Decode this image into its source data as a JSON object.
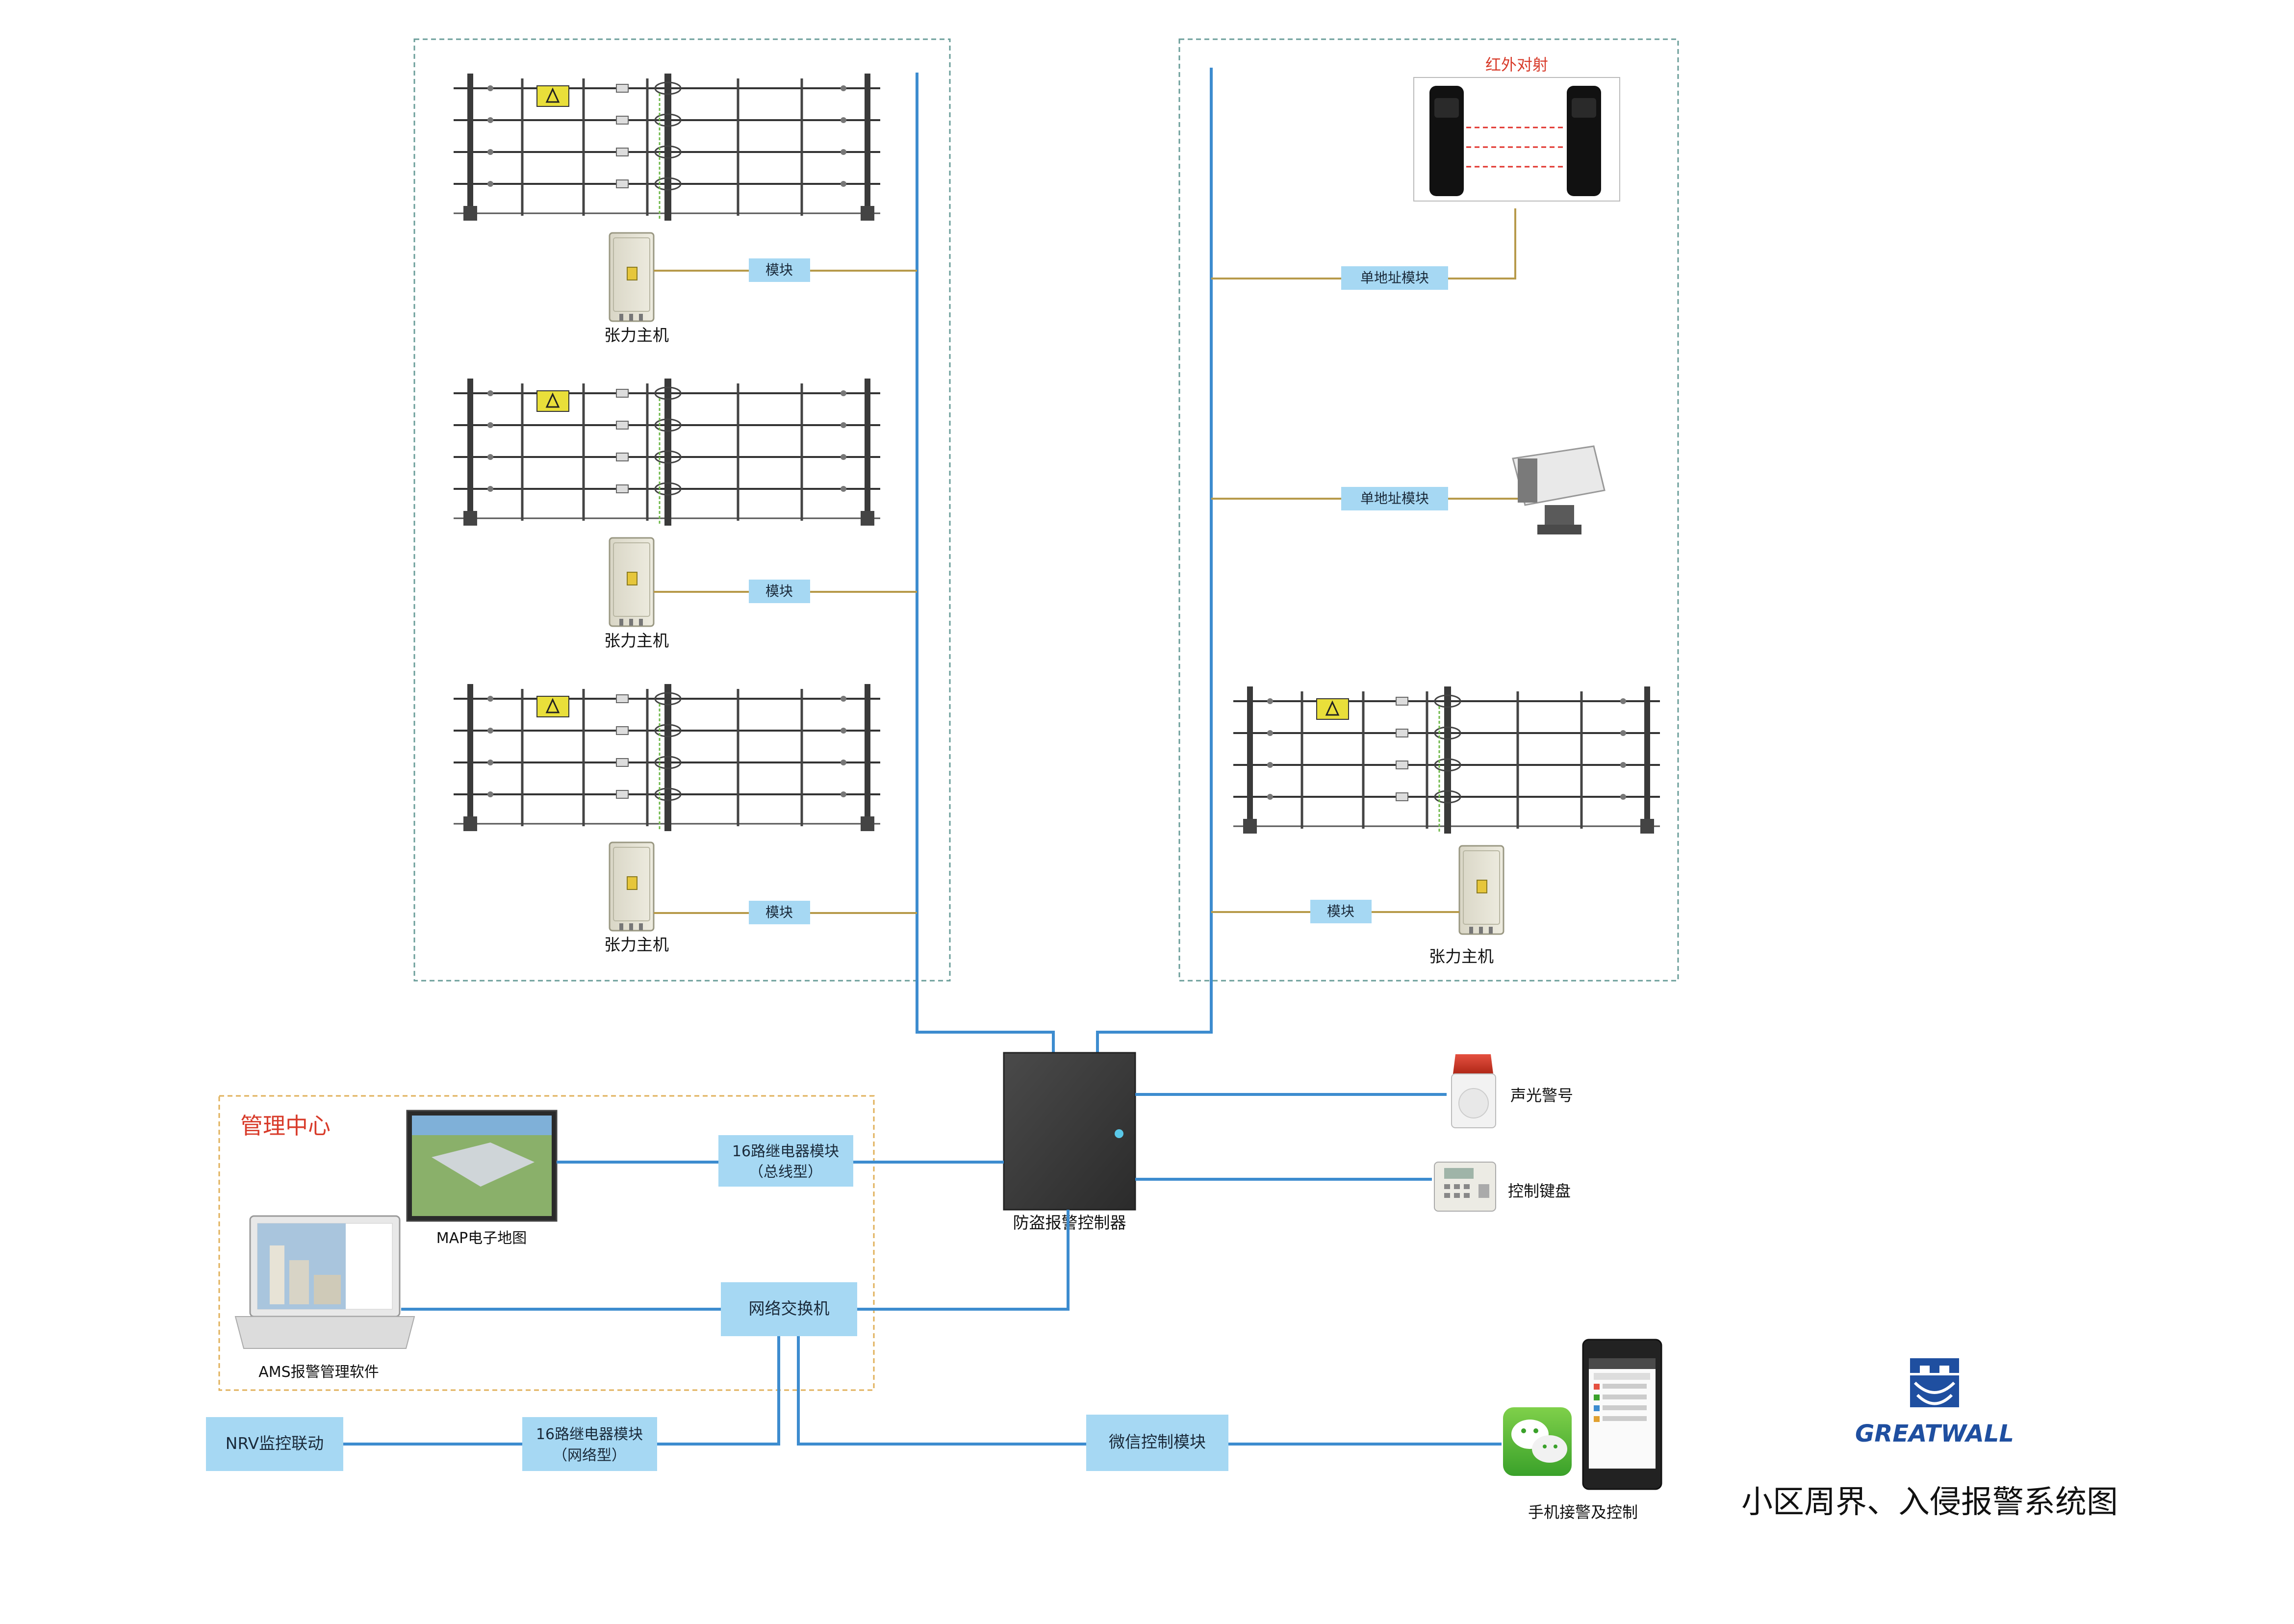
{
  "diagram": {
    "title": "小区周界、入侵报警系统图",
    "brand": "GREATWALL",
    "management_center": "管理中心",
    "fence_host_label": "张力主机",
    "module_label": "模块",
    "single_address_module": "单地址模块",
    "infrared_label": "红外对射",
    "controller_label": "防盗报警控制器",
    "siren_label": "声光警号",
    "keypad_label": "控制键盘",
    "map_label": "MAP电子地图",
    "ams_label": "AMS报警管理软件",
    "relay_bus_line1": "16路继电器模块",
    "relay_bus_line2": "（总线型）",
    "switch_label": "网络交换机",
    "nrv_label": "NRV监控联动",
    "relay_net_line1": "16路继电器模块",
    "relay_net_line2": "（网络型）",
    "wechat_module": "微信控制模块",
    "phone_label": "手机接警及控制"
  },
  "colors": {
    "bus_line": "#3d8ccf",
    "signal_line": "#b79a4a",
    "label_box": "#a6d8f3",
    "zone_border": "#6b9e9a",
    "center_border": "#e0b05a",
    "title_red": "#d83b2a",
    "brand_blue": "#1f4fa0"
  },
  "icons": {
    "fence": "tension-fence-icon",
    "host": "tension-host-box-icon",
    "infrared": "infrared-beam-icon",
    "detector": "detector-camera-icon",
    "controller": "alarm-controller-icon",
    "siren": "siren-icon",
    "keypad": "keypad-icon",
    "map": "map-screen-icon",
    "laptop": "laptop-icon",
    "wechat": "wechat-icon",
    "phone": "mobile-phone-icon",
    "logo": "greatwall-logo"
  }
}
